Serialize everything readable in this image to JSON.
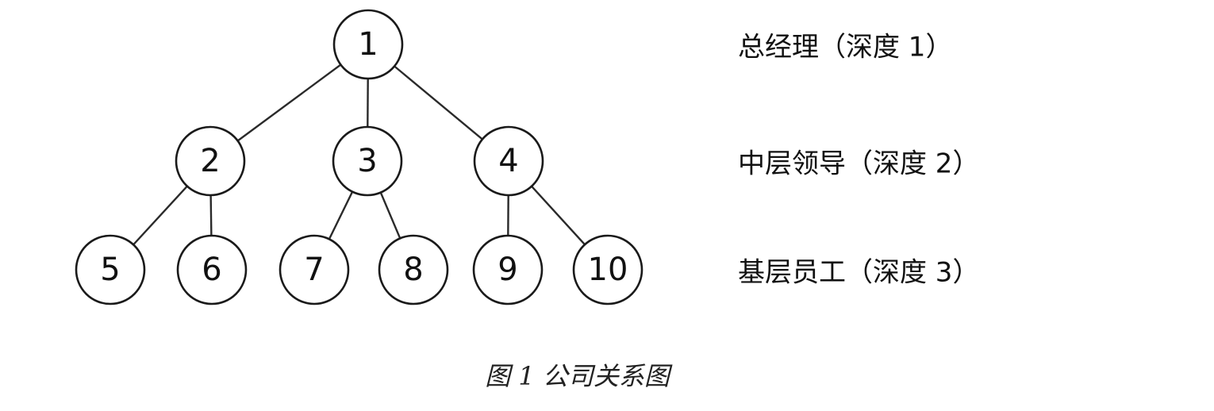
{
  "diagram": {
    "nodes": [
      {
        "id": "1",
        "label": "1",
        "level": 1
      },
      {
        "id": "2",
        "label": "2",
        "level": 2
      },
      {
        "id": "3",
        "label": "3",
        "level": 2
      },
      {
        "id": "4",
        "label": "4",
        "level": 2
      },
      {
        "id": "5",
        "label": "5",
        "level": 3
      },
      {
        "id": "6",
        "label": "6",
        "level": 3
      },
      {
        "id": "7",
        "label": "7",
        "level": 3
      },
      {
        "id": "8",
        "label": "8",
        "level": 3
      },
      {
        "id": "9",
        "label": "9",
        "level": 3
      },
      {
        "id": "10",
        "label": "10",
        "level": 3
      }
    ],
    "edges": [
      [
        "1",
        "2"
      ],
      [
        "1",
        "3"
      ],
      [
        "1",
        "4"
      ],
      [
        "2",
        "5"
      ],
      [
        "2",
        "6"
      ],
      [
        "3",
        "7"
      ],
      [
        "3",
        "8"
      ],
      [
        "4",
        "9"
      ],
      [
        "4",
        "10"
      ]
    ],
    "level_labels": [
      {
        "level": 1,
        "text": "总经理（深度 1）"
      },
      {
        "level": 2,
        "text": "中层领导（深度 2）"
      },
      {
        "level": 3,
        "text": "基层员工（深度 3）"
      }
    ],
    "caption": "图 1  公司关系图"
  }
}
